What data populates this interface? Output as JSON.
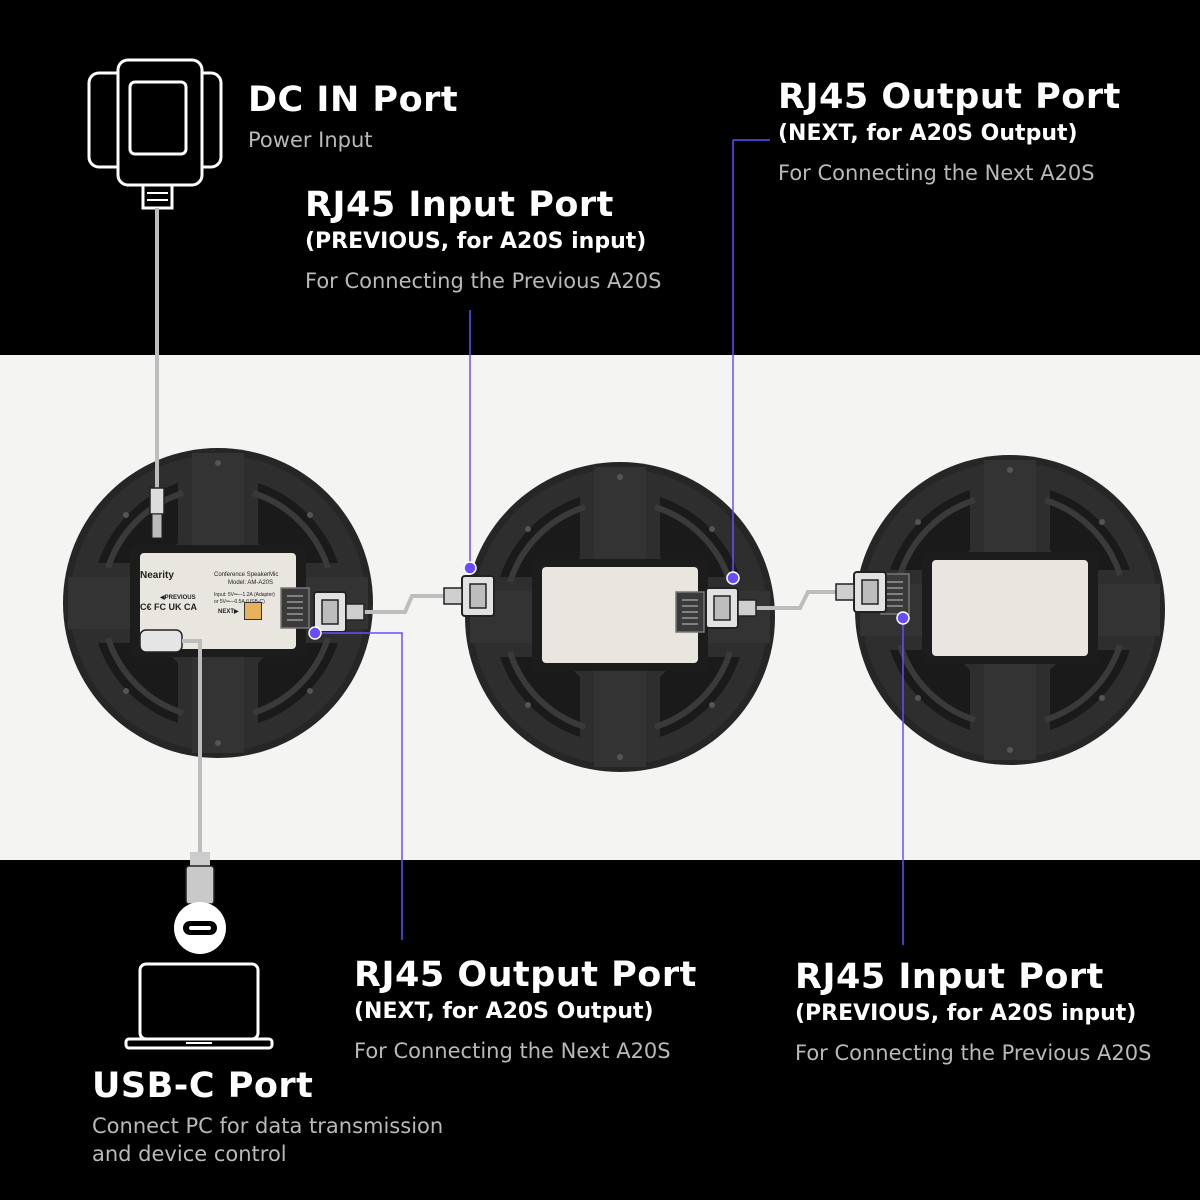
{
  "labels": {
    "dc_in": {
      "title": "DC IN Port",
      "desc": "Power Input"
    },
    "rj45_input_top": {
      "title": "RJ45 Input Port",
      "sub": "(PREVIOUS, for A20S input)",
      "desc": "For Connecting the Previous A20S"
    },
    "rj45_output_top": {
      "title": "RJ45 Output Port",
      "sub": "(NEXT, for A20S Output)",
      "desc": "For Connecting the Next A20S"
    },
    "rj45_output_bottom": {
      "title": "RJ45 Output Port",
      "sub": "(NEXT, for A20S Output)",
      "desc": "For Connecting the Next A20S"
    },
    "rj45_input_bottom": {
      "title": "RJ45 Input Port",
      "sub": "(PREVIOUS, for A20S input)",
      "desc": "For Connecting the Previous A20S"
    },
    "usb_c": {
      "title": "USB-C Port",
      "desc_line1": "Connect PC for data transmission",
      "desc_line2": "and device control"
    }
  },
  "device_plate": {
    "brand": "Nearity",
    "product": "Conference SpeakerMic",
    "model": "Model: AM-A20S",
    "rating_line1": "Input: 5V═—1.2A (Adapter)",
    "rating_line2": "or 5V═—0.5A (USB-C)",
    "previous_tag": "◀PREVIOUS",
    "next_tag": "NEXT▶",
    "marks": "C€ FC UK CA"
  },
  "colors": {
    "background": "#000000",
    "band": "#f4f4f2",
    "leader": "#6a4cff",
    "device": "#2a2a2a",
    "label_panel": "#e9e6e0",
    "port_orange": "#e7b25c"
  },
  "icons": [
    "power-adapter-icon",
    "laptop-icon",
    "usb-c-icon"
  ]
}
